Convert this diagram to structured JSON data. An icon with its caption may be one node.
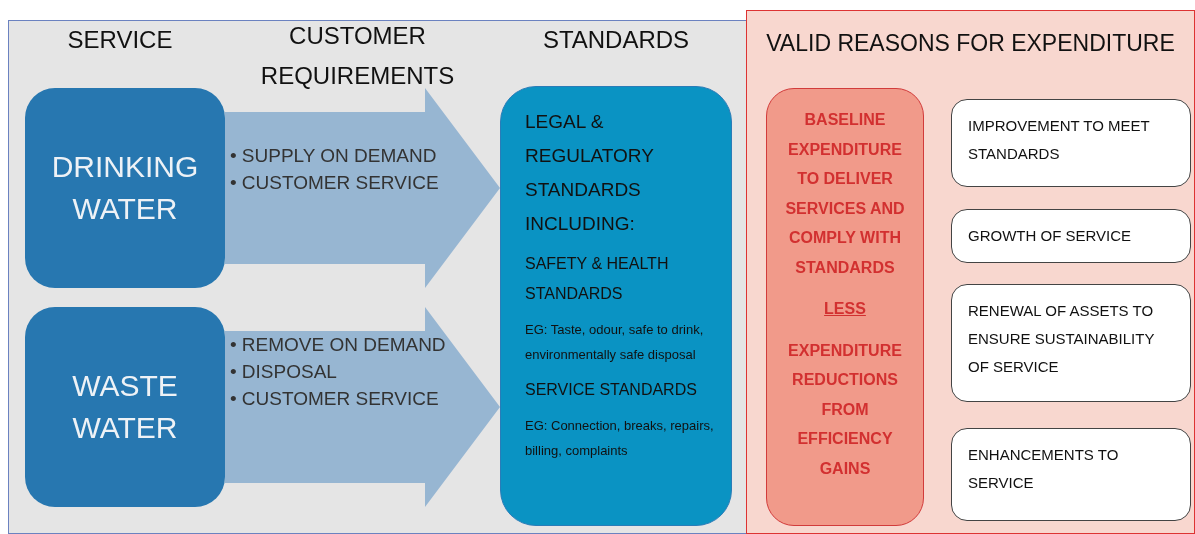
{
  "diagram": {
    "nodes": [
      {
        "text": [
          "DRINKING WATER"
        ]
      },
      {
        "text": [
          "• SUPPLY ON DEMAND",
          "• CUSTOMER SERVICE"
        ]
      },
      {
        "text": [
          "WASTE WATER"
        ]
      },
      {
        "text": [
          "• REMOVE ON DEMAND",
          "• DISPOSAL",
          "• CUSTOMER SERVICE"
        ]
      },
      {
        "text": [
          "LEGAL & REGULATORY STANDARDS INCLUDING:",
          "SAFETY & HEALTH STANDARDS",
          "EG: Taste, odour, safe to drink, environmentally safe disposal",
          "SERVICE STANDARDS",
          "EG: Connection, breaks, repairs, billing, complaints"
        ]
      },
      {
        "text": [
          "VALID REASONS FOR EXPENDITURE"
        ]
      },
      {
        "text": [
          "BASELINE EXPENDITURE TO DELIVER SERVICES AND COMPLY WITH STANDARDS",
          "LESS",
          "EXPENDITURE REDUCTIONS FROM EFFICIENCY GAINS"
        ],
        "in": 5
      },
      {
        "text": [
          "IMPROVEMENT TO MEET STANDARDS"
        ],
        "in": 5
      },
      {
        "text": [
          "GROWTH OF SERVICE"
        ],
        "in": 5
      },
      {
        "text": [
          "RENEWAL OF ASSETS TO ENSURE SUSTAINABILITY OF SERVICE"
        ],
        "in": 5
      },
      {
        "text": [
          "ENHANCEMENTS TO SERVICE"
        ],
        "in": 5
      }
    ],
    "edges": [
      {
        "from": 0,
        "to": 4,
        "arrow": "to",
        "style": "thick"
      },
      {
        "from": 2,
        "to": 4,
        "arrow": "to",
        "style": "thick"
      }
    ],
    "labels": [
      "SERVICE",
      "CUSTOMER REQUIREMENTS",
      "STANDARDS"
    ]
  }
}
